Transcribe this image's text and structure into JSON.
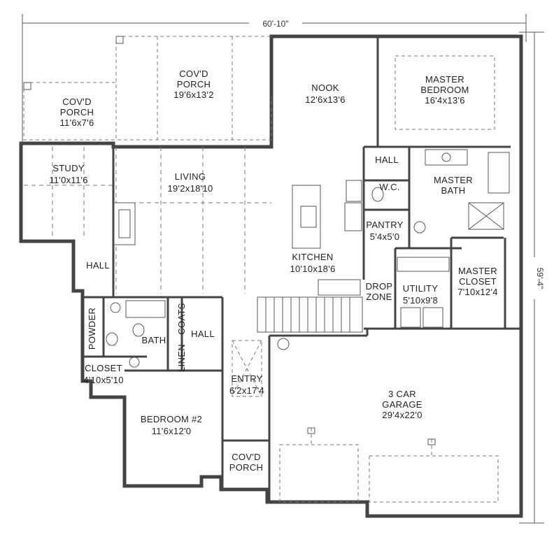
{
  "overall_width": "60'-10\"",
  "overall_depth": "59'-4\"",
  "rooms": {
    "covd_porch_rear": {
      "name": "COV'D\nPORCH",
      "size": "19'6x13'2"
    },
    "covd_porch_left": {
      "name": "COV'D\nPORCH",
      "size": "11'6x7'6"
    },
    "nook": {
      "name": "NOOK",
      "size": "12'6x13'6"
    },
    "master_bedroom": {
      "name": "MASTER\nBEDROOM",
      "size": "16'4x13'6"
    },
    "study": {
      "name": "STUDY",
      "size": "11'0x11'6"
    },
    "living": {
      "name": "LIVING",
      "size": "19'2x18'10"
    },
    "hall_master": {
      "name": "HALL"
    },
    "master_bath": {
      "name": "MASTER\nBATH"
    },
    "wc": {
      "name": "W.C."
    },
    "pantry": {
      "name": "PANTRY",
      "size": "5'4x5'0"
    },
    "kitchen": {
      "name": "KITCHEN",
      "size": "10'10x18'6"
    },
    "hall_left": {
      "name": "HALL"
    },
    "master_closet": {
      "name": "MASTER\nCLOSET",
      "size": "7'10x12'4"
    },
    "drop_zone": {
      "name": "DROP\nZONE"
    },
    "utility": {
      "name": "UTILITY",
      "size": "5'10x9'8"
    },
    "powder": {
      "name": "POWDER"
    },
    "coats": {
      "name": "COATS"
    },
    "bath": {
      "name": "BATH"
    },
    "hall_center": {
      "name": "HALL"
    },
    "linen": {
      "name": "LINEN"
    },
    "closet": {
      "name": "CLOSET",
      "size": "4'10x5'10"
    },
    "entry": {
      "name": "ENTRY",
      "size": "6'2x17'4"
    },
    "garage": {
      "name": "3 CAR\nGARAGE",
      "size": "29'4x22'0"
    },
    "bedroom2": {
      "name": "BEDROOM #2",
      "size": "11'6x12'0"
    },
    "covd_porch_front": {
      "name": "COV'D\nPORCH"
    }
  }
}
